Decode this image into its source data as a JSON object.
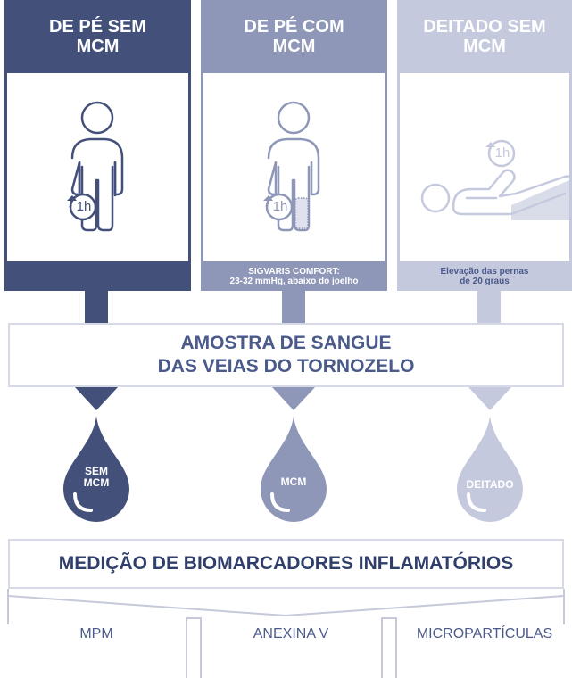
{
  "columns": [
    {
      "title_line1": "DE PÉ SEM",
      "title_line2": "MCM",
      "footer_line1": "",
      "footer_line2": "",
      "color": "#43507a"
    },
    {
      "title_line1": "DE PÉ COM",
      "title_line2": "MCM",
      "footer_line1": "SIGVARIS COMFORT:",
      "footer_line2": "23-32 mmHg, abaixo do joelho",
      "color": "#8f97b8"
    },
    {
      "title_line1": "DEITADO SEM",
      "title_line2": "MCM",
      "footer_line1": "Elevação das pernas",
      "footer_line2": "de 20 graus",
      "color": "#c5c9de"
    }
  ],
  "timer_label": "1h",
  "icons": [
    "standing-person-icon",
    "standing-person-stocking-icon",
    "lying-person-legs-elevated-icon",
    "clock-1h-icon"
  ],
  "sample": {
    "line1": "AMOSTRA DE SANGUE",
    "line2": "DAS VEIAS DO TORNOZELO"
  },
  "drops": [
    {
      "line1": "SEM",
      "line2": "MCM",
      "color": "#43507a"
    },
    {
      "line1": "MCM",
      "line2": "",
      "color": "#8f97b8"
    },
    {
      "line1": "DEITADO",
      "line2": "",
      "color": "#c5c9de"
    }
  ],
  "measurement_title": "MEDIÇÃO DE BIOMARCADORES INFLAMATÓRIOS",
  "biomarkers": [
    "MPM",
    "ANEXINA V",
    "MICROPARTÍCULAS"
  ],
  "colors": {
    "dark": "#43507a",
    "medium": "#8f97b8",
    "light": "#c5c9de",
    "text": "#4a5a8a",
    "border": "#d6d9e6"
  }
}
